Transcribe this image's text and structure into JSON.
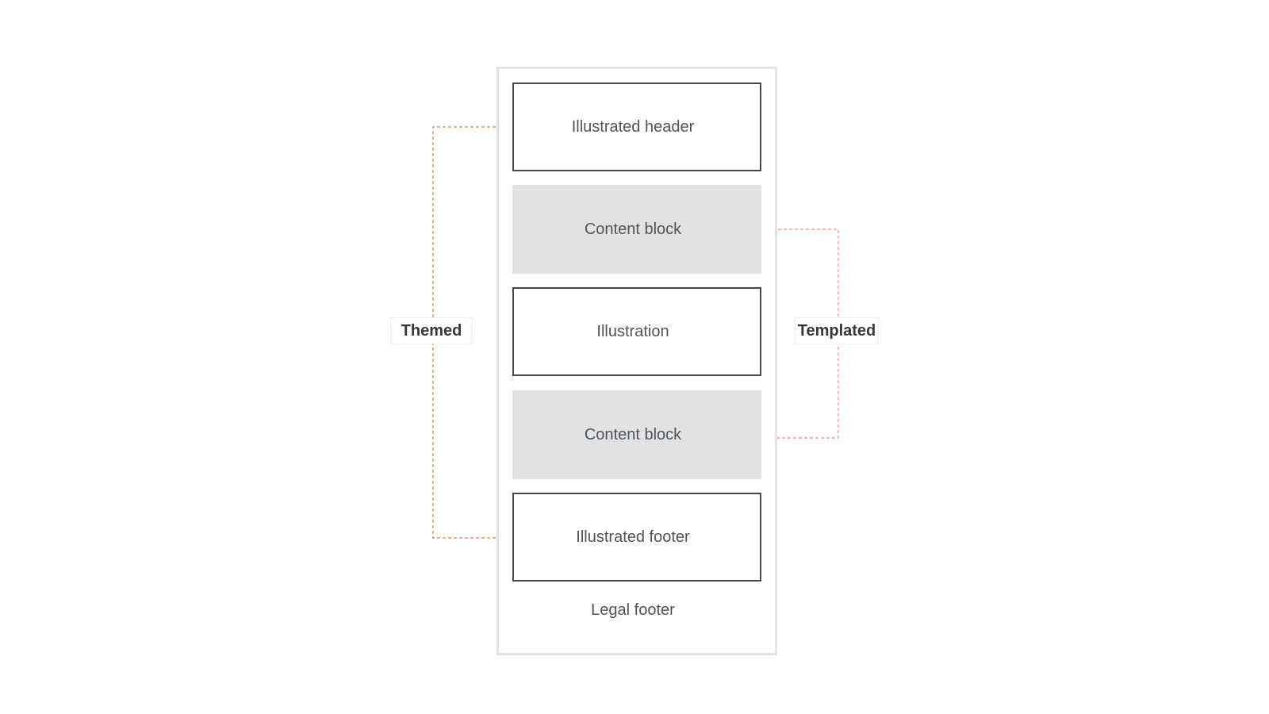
{
  "blocks": {
    "header": "Illustrated header",
    "content_1": "Content block",
    "illustration": "Illustration",
    "content_2": "Content block",
    "footer": "Illustrated footer",
    "legal": "Legal footer"
  },
  "labels": {
    "themed": "Themed",
    "templated": "Templated"
  },
  "colors": {
    "themed_connector": "#e0906c",
    "templated_connector": "#e6a39c",
    "outline": "#45494d",
    "filled_block": "#e1e2e4",
    "frame": "#e2e3e5"
  }
}
